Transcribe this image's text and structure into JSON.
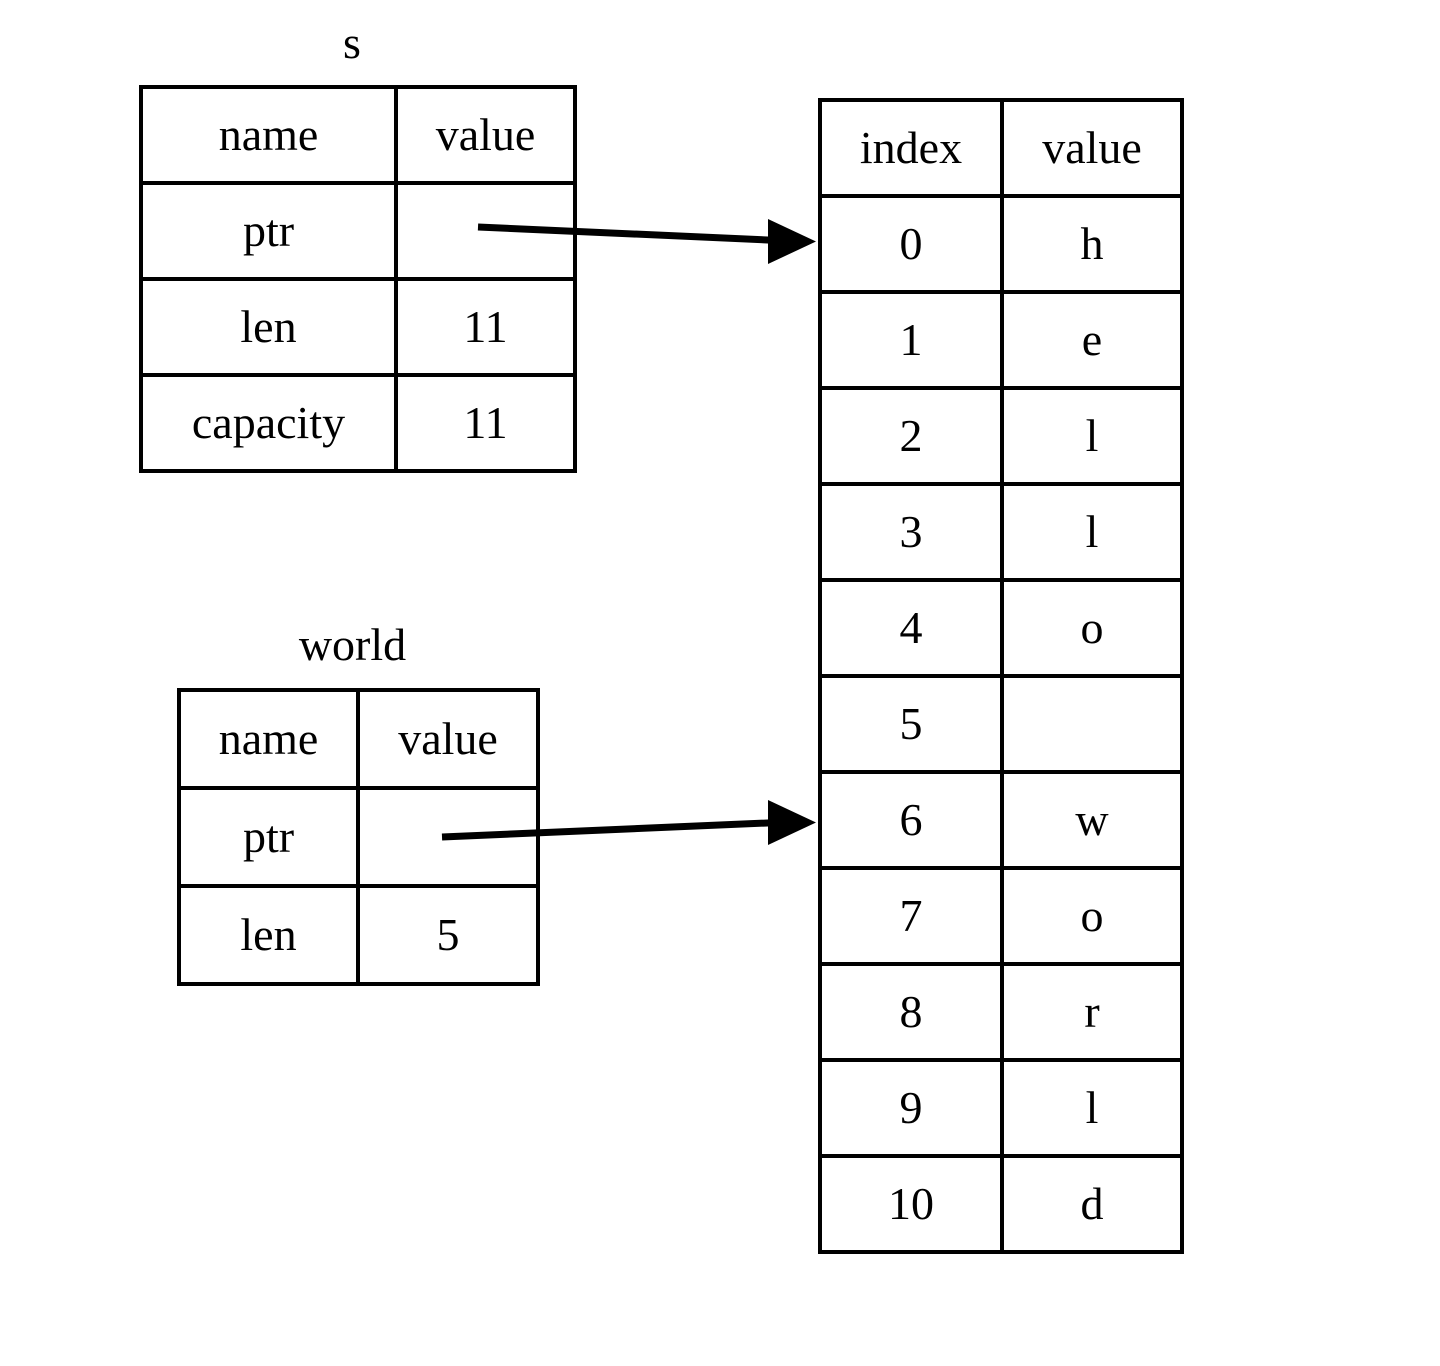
{
  "diagram": {
    "title_s": "s",
    "title_world": "world"
  },
  "struct_s": {
    "caption": "s",
    "headers": [
      "name",
      "value"
    ],
    "rows": [
      {
        "name": "ptr",
        "value": ""
      },
      {
        "name": "len",
        "value": "11"
      },
      {
        "name": "capacity",
        "value": "11"
      }
    ]
  },
  "struct_world": {
    "caption": "world",
    "headers": [
      "name",
      "value"
    ],
    "rows": [
      {
        "name": "ptr",
        "value": ""
      },
      {
        "name": "len",
        "value": "5"
      }
    ]
  },
  "buffer": {
    "headers": [
      "index",
      "value"
    ],
    "rows": [
      {
        "index": "0",
        "value": "h"
      },
      {
        "index": "1",
        "value": "e"
      },
      {
        "index": "2",
        "value": "l"
      },
      {
        "index": "3",
        "value": "l"
      },
      {
        "index": "4",
        "value": "o"
      },
      {
        "index": "5",
        "value": ""
      },
      {
        "index": "6",
        "value": "w"
      },
      {
        "index": "7",
        "value": "o"
      },
      {
        "index": "8",
        "value": "r"
      },
      {
        "index": "9",
        "value": "l"
      },
      {
        "index": "10",
        "value": "d"
      }
    ]
  },
  "arrows": [
    {
      "name": "s-ptr-to-index-0",
      "from_label": "s.ptr",
      "to_label": "index 0"
    },
    {
      "name": "world-ptr-to-index-6",
      "from_label": "world.ptr",
      "to_label": "index 6"
    }
  ],
  "colors": {
    "stroke": "#000000",
    "background": "#ffffff"
  }
}
